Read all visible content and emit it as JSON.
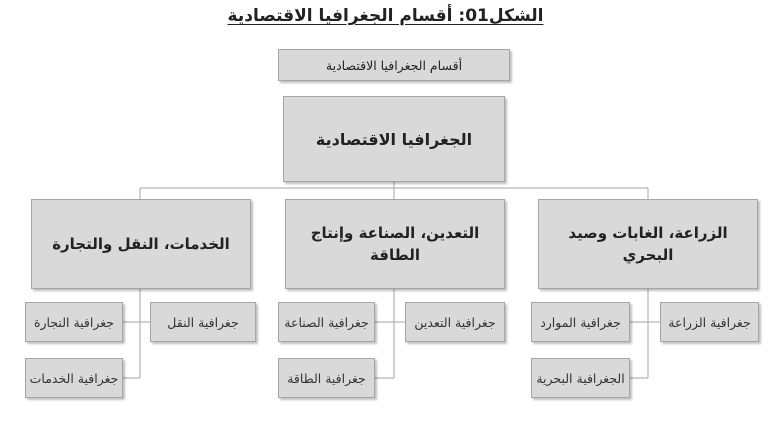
{
  "figure_title": {
    "prefix": "الشكل",
    "number": "01",
    "text": ": أقسام الجغرافيا الاقتصادية"
  },
  "header_label": "أقسام الجغرافيا الاقتصادية",
  "root": "الجغرافيا الاقتصادية",
  "categories": [
    {
      "label": "الزراعة، الغابات وصيد البحري",
      "items": [
        "جغرافية الزراعة",
        "جغرافية الموارد",
        "الجغرافية البحرية"
      ]
    },
    {
      "label": "التعدين، الصناعة وإنتاج الطاقة",
      "items": [
        "جغرافية التعدين",
        "جغرافية الصناعة",
        "جغرافية الطاقة"
      ]
    },
    {
      "label": "الخدمات، النقل والتجارة",
      "items": [
        "جغرافية النقل",
        "جغرافية التجارة",
        "جغرافية الخدمات"
      ]
    }
  ],
  "colors": {
    "box_fill": "#d9d9d9",
    "box_border": "#a6a6a6",
    "connector": "#b3b3b3"
  }
}
